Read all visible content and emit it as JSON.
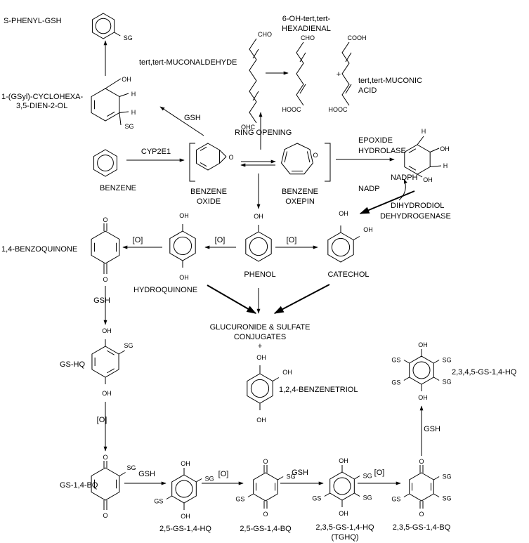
{
  "compounds": {
    "benzene": "BENZENE",
    "benzene_oxide": [
      "BENZENE",
      "OXIDE"
    ],
    "benzene_oxepin": [
      "BENZENE",
      "OXEPIN"
    ],
    "phenol": "PHENOL",
    "catechol": "CATECHOL",
    "hydroquinone": "HYDROQUINONE",
    "benzoquinone": "1,4-BENZOQUINONE",
    "s_phenyl_gsh": "S-PHENYL-GSH",
    "gsyl_cyclohexadienol": [
      "1-(GSyl)-CYCLOHEXA-",
      "3,5-DIEN-2-OL"
    ],
    "muconaldehyde": "tert,tert-MUCONALDEHYDE",
    "hexadienal": [
      "6-OH-tert,tert-",
      "HEXADIENAL"
    ],
    "muconic_acid": [
      "tert,tert-MUCONIC",
      "ACID"
    ],
    "conjugates": [
      "GLUCURONIDE & SULFATE",
      "CONJUGATES",
      "+"
    ],
    "benzenetriol": "1,2,4-BENZENETRIOL",
    "gs_hq": "GS-HQ",
    "gs_bq": "GS-1,4-BQ",
    "gs25_hq": "2,5-GS-1,4-HQ",
    "gs25_bq": "2,5-GS-1,4-BQ",
    "gs235_hq": [
      "2,3,5-GS-1,4-HQ",
      "(TGHQ)"
    ],
    "gs235_bq": "2,3,5-GS-1,4-BQ",
    "gs2345_hq": "2,3,4,5-GS-1,4-HQ"
  },
  "reactions": {
    "cyp": "CYP2E1",
    "gsh": "GSH",
    "oxidation": "[O]",
    "ring_opening": "RING OPENING",
    "epoxide_hydrolase": [
      "EPOXIDE",
      "HYDROLASE"
    ],
    "nadph": "NADPH",
    "nadp": "NADP",
    "dihydrodiol_dehydrogenase": [
      "DIHYDRODIOL",
      "DEHYDROGENASE"
    ],
    "plus": "+"
  },
  "atoms": {
    "oh": "OH",
    "h": "H",
    "o": "O",
    "sg": "SG",
    "gs": "GS",
    "cho": "CHO",
    "ohc": "OHC",
    "cooh": "COOH",
    "hooc": "HOOC"
  }
}
